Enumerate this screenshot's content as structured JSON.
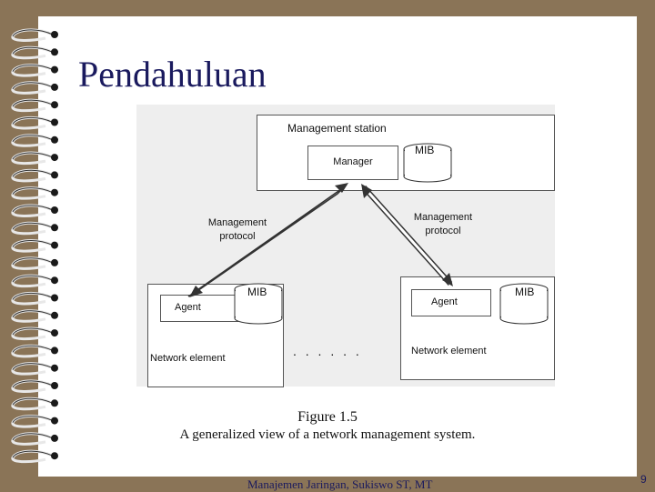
{
  "slide": {
    "title": "Pendahuluan",
    "footer": "Manajemen Jaringan, Sukiswo ST, MT",
    "page_number": "9"
  },
  "figure": {
    "station_label": "Management station",
    "manager_label": "Manager",
    "mib_label": "MIB",
    "protocol_label_line1": "Management",
    "protocol_label_line2": "protocol",
    "agent_label": "Agent",
    "network_element_label": "Network element",
    "dots": ". . . . . .",
    "caption_line1": "Figure 1.5",
    "caption_line2": "A generalized view of a network management system."
  },
  "colors": {
    "frame": "#8a7457",
    "title": "#1a1a5e",
    "footer": "#1a1a5e"
  }
}
